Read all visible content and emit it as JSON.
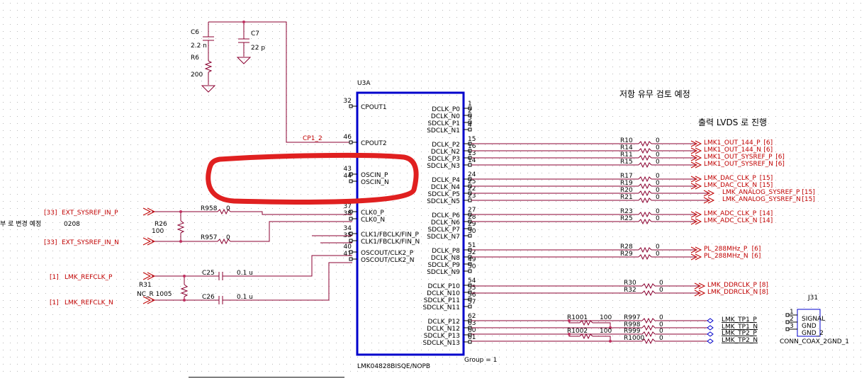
{
  "ic": {
    "refdes": "U3A",
    "part": "LMK04828BISQE/NOPB",
    "group": "Group = 1",
    "left_pins": [
      {
        "num": "32",
        "name": "CPOUT1"
      },
      {
        "num": "46",
        "name": "CPOUT2"
      },
      {
        "num": "43",
        "name": "OSCIN_P"
      },
      {
        "num": "44",
        "name": "OSCIN_N"
      },
      {
        "num": "37",
        "name": "CLK0_P"
      },
      {
        "num": "38",
        "name": "CLK0_N"
      },
      {
        "num": "34",
        "name": "CLK1/FBCLK/FIN_P"
      },
      {
        "num": "35",
        "name": "CLK1/FBCLK/FIN_N"
      },
      {
        "num": "40",
        "name": "OSCOUT/CLK2_P"
      },
      {
        "num": "41",
        "name": "OSCOUT/CLK2_N"
      }
    ],
    "right_pins": [
      {
        "num": "1",
        "name": "DCLK_P0"
      },
      {
        "num": "2",
        "name": "DCLK_N0"
      },
      {
        "num": "3",
        "name": "SDCLK_P1"
      },
      {
        "num": "4",
        "name": "SDCLK_N1"
      },
      {
        "num": "15",
        "name": "DCLK_P2"
      },
      {
        "num": "16",
        "name": "DCLK_N2"
      },
      {
        "num": "13",
        "name": "SDCLK_P3"
      },
      {
        "num": "14",
        "name": "SDCLK_N3"
      },
      {
        "num": "24",
        "name": "DCLK_P4"
      },
      {
        "num": "25",
        "name": "DCLK_N4"
      },
      {
        "num": "22",
        "name": "SDCLK_P5"
      },
      {
        "num": "23",
        "name": "SDCLK_N5"
      },
      {
        "num": "27",
        "name": "DCLK_P6"
      },
      {
        "num": "28",
        "name": "DCLK_N6"
      },
      {
        "num": "29",
        "name": "SDCLK_P7"
      },
      {
        "num": "30",
        "name": "SDCLK_N7"
      },
      {
        "num": "51",
        "name": "DCLK_P8"
      },
      {
        "num": "52",
        "name": "DCLK_N8"
      },
      {
        "num": "49",
        "name": "SDCLK_P9"
      },
      {
        "num": "50",
        "name": "SDCLK_N9"
      },
      {
        "num": "54",
        "name": "DCLK_P10"
      },
      {
        "num": "55",
        "name": "DCLK_N10"
      },
      {
        "num": "56",
        "name": "SDCLK_P11"
      },
      {
        "num": "57",
        "name": "SDCLK_N11"
      },
      {
        "num": "62",
        "name": "DCLK_P12"
      },
      {
        "num": "63",
        "name": "DCLK_N12"
      },
      {
        "num": "60",
        "name": "SDCLK_P13"
      },
      {
        "num": "61",
        "name": "SDCLK_N13"
      }
    ]
  },
  "loop_filter": {
    "c6_ref": "C6",
    "c6_val": "2.2 n",
    "r6_ref": "R6",
    "r6_val": "200",
    "c7_ref": "C7",
    "c7_val": "22 p",
    "net": "CP1_2"
  },
  "notes": {
    "resistor_review": "저항 유무 검토 예정",
    "lvds_output": "출력 LVDS 로 진행",
    "left_partial": "부 로 변경 예정",
    "left_code": "0208"
  },
  "inputs": {
    "ext_p": {
      "page": "[33]",
      "name": "EXT_SYSREF_IN_P"
    },
    "ext_n": {
      "page": "[33]",
      "name": "EXT_SYSREF_IN_N"
    },
    "r958": {
      "ref": "R958",
      "val": "0"
    },
    "r957": {
      "ref": "R957",
      "val": "0"
    },
    "r26": {
      "ref": "R26",
      "val": "100"
    },
    "ref_p": {
      "page": "[1]",
      "name": "LMK_REFCLK_P"
    },
    "ref_n": {
      "page": "[1]",
      "name": "LMK_REFCLK_N"
    },
    "c25": {
      "ref": "C25",
      "val": "0.1 u"
    },
    "c26": {
      "ref": "C26",
      "val": "0.1 u"
    },
    "r31": {
      "ref": "R31",
      "val": "NC_R 1005"
    }
  },
  "outputs": [
    {
      "ref": "R10",
      "val": "0",
      "net": "LMK1_OUT_144_P",
      "page": "[6]"
    },
    {
      "ref": "R14",
      "val": "0",
      "net": "LMK1_OUT_144_N",
      "page": "[6]"
    },
    {
      "ref": "R11",
      "val": "0",
      "net": "LMK1_OUT_SYSREF_P",
      "page": "[6]"
    },
    {
      "ref": "R15",
      "val": "0",
      "net": "LMK1_OUT_SYSREF_N",
      "page": "[6]"
    },
    {
      "ref": "R17",
      "val": "0",
      "net": "LMK_DAC_CLK_P",
      "page": "[15]"
    },
    {
      "ref": "R19",
      "val": "0",
      "net": "LMK_DAC_CLK_N",
      "page": "[15]"
    },
    {
      "ref": "R20",
      "val": "0",
      "net": "LMK_ANALOG_SYSREF_P",
      "page": "[15]"
    },
    {
      "ref": "R21",
      "val": "0",
      "net": "LMK_ANALOG_SYSREF_N",
      "page": "[15]"
    },
    {
      "ref": "R23",
      "val": "0",
      "net": "LMK_ADC_CLK_P",
      "page": "[14]"
    },
    {
      "ref": "R25",
      "val": "0",
      "net": "LMK_ADC_CLK_N",
      "page": "[14]"
    },
    {
      "ref": "R28",
      "val": "0",
      "net": "PL_288MHz_P",
      "page": "[6]"
    },
    {
      "ref": "R29",
      "val": "0",
      "net": "PL_288MHz_N",
      "page": "[6]"
    },
    {
      "ref": "R30",
      "val": "0",
      "net": "LMK_DDRCLK_P",
      "page": "[8]"
    },
    {
      "ref": "R32",
      "val": "0",
      "net": "LMK_DDRCLK_N",
      "page": "[8]"
    },
    {
      "ref": "R997",
      "val": "0",
      "net": "LMK_TP1_P",
      "page": ""
    },
    {
      "ref": "R998",
      "val": "0",
      "net": "LMK_TP1_N",
      "page": ""
    },
    {
      "ref": "R999",
      "val": "0",
      "net": "LMK_TP2_P",
      "page": ""
    },
    {
      "ref": "R1000",
      "val": "0",
      "net": "LMK_TP2_N",
      "page": ""
    }
  ],
  "terminations": [
    {
      "ref": "R1001",
      "val": "100"
    },
    {
      "ref": "R1002",
      "val": "100"
    }
  ],
  "connector": {
    "ref": "J31",
    "part": "CONN_COAX_2GND_1",
    "pins": [
      {
        "num": "1",
        "name": "SIGNAL"
      },
      {
        "num": "2",
        "name": "GND"
      },
      {
        "num": "3",
        "name": "GND_2"
      }
    ]
  },
  "colors": {
    "ic_outline": "#0000cc",
    "wire": "#8b0030",
    "highlight": "#e02020",
    "net_text": "#c00000"
  }
}
